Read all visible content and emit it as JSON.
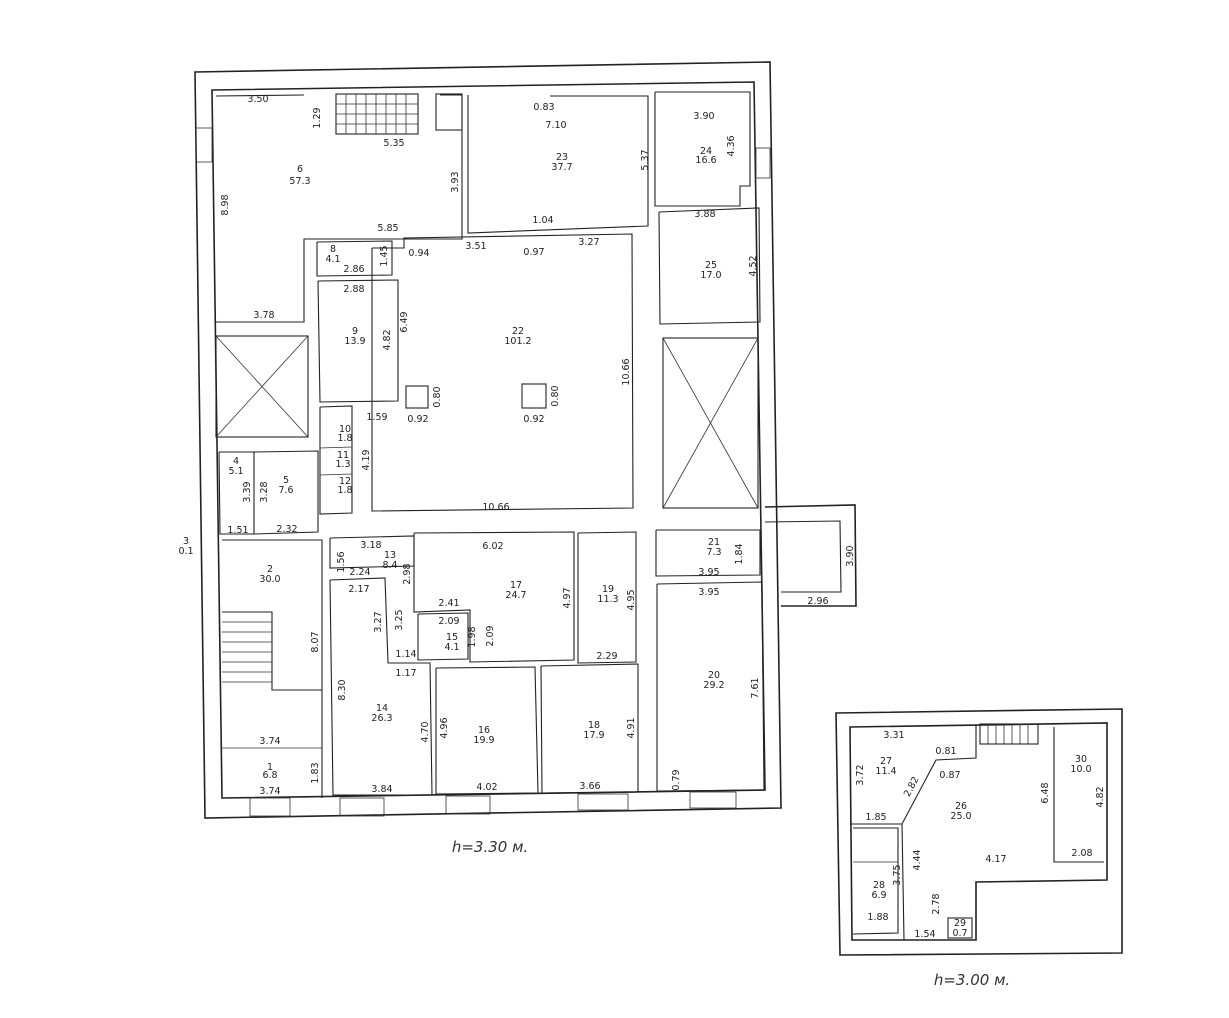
{
  "floors": [
    {
      "ceiling_height": "h=3.30 м.",
      "rooms": [
        {
          "number": "1",
          "area": "6.8"
        },
        {
          "number": "2",
          "area": "30.0"
        },
        {
          "number": "3",
          "area": "0.1"
        },
        {
          "number": "4",
          "area": "5.1"
        },
        {
          "number": "5",
          "area": "7.6"
        },
        {
          "number": "6",
          "area": "57.3"
        },
        {
          "number": "8",
          "area": "4.1"
        },
        {
          "number": "9",
          "area": "13.9"
        },
        {
          "number": "10",
          "area": "1.8"
        },
        {
          "number": "11",
          "area": "1.3"
        },
        {
          "number": "12",
          "area": "1.8"
        },
        {
          "number": "13",
          "area": "8.4"
        },
        {
          "number": "14",
          "area": "26.3"
        },
        {
          "number": "15",
          "area": "4.1"
        },
        {
          "number": "16",
          "area": "19.9"
        },
        {
          "number": "17",
          "area": "24.7"
        },
        {
          "number": "18",
          "area": "17.9"
        },
        {
          "number": "19",
          "area": "11.3"
        },
        {
          "number": "20",
          "area": "29.2"
        },
        {
          "number": "21",
          "area": "7.3"
        },
        {
          "number": "22",
          "area": "101.2"
        },
        {
          "number": "23",
          "area": "37.7"
        },
        {
          "number": "24",
          "area": "16.6"
        },
        {
          "number": "25",
          "area": "17.0"
        }
      ],
      "dimensions": [
        "3.50",
        "1.29",
        "5.35",
        "8.98",
        "3.93",
        "5.85",
        "3.78",
        "0.83",
        "7.10",
        "5.37",
        "1.04",
        "3.90",
        "4.36",
        "3.88",
        "4.52",
        "0.94",
        "3.51",
        "0.97",
        "3.27",
        "1.45",
        "2.86",
        "2.88",
        "6.49",
        "4.82",
        "0.80",
        "0.92",
        "0.80",
        "0.92",
        "10.66",
        "1.59",
        "4.19",
        "3.39",
        "3.28",
        "1.51",
        "2.32",
        "10.66",
        "3.18",
        "1.56",
        "2.98",
        "6.02",
        "2.24",
        "2.17",
        "3.27",
        "3.25",
        "2.41",
        "4.97",
        "4.95",
        "2.09",
        "1.98",
        "2.09",
        "1.14",
        "1.17",
        "2.29",
        "1.84",
        "3.95",
        "3.95",
        "3.90",
        "2.96",
        "8.07",
        "8.30",
        "4.70",
        "4.96",
        "4.91",
        "7.61",
        "3.74",
        "1.83",
        "3.74",
        "3.84",
        "4.02",
        "3.66",
        "0.79"
      ]
    },
    {
      "ceiling_height": "h=3.00 м.",
      "rooms": [
        {
          "number": "26",
          "area": "25.0"
        },
        {
          "number": "27",
          "area": "11.4"
        },
        {
          "number": "28",
          "area": "6.9"
        },
        {
          "number": "29",
          "area": "0.7"
        },
        {
          "number": "30",
          "area": "10.0"
        }
      ],
      "dimensions": [
        "3.31",
        "0.81",
        "3.72",
        "0.87",
        "2.82",
        "6.48",
        "4.82",
        "1.85",
        "4.17",
        "2.08",
        "3.75",
        "4.44",
        "2.78",
        "1.88",
        "1.54"
      ]
    }
  ]
}
